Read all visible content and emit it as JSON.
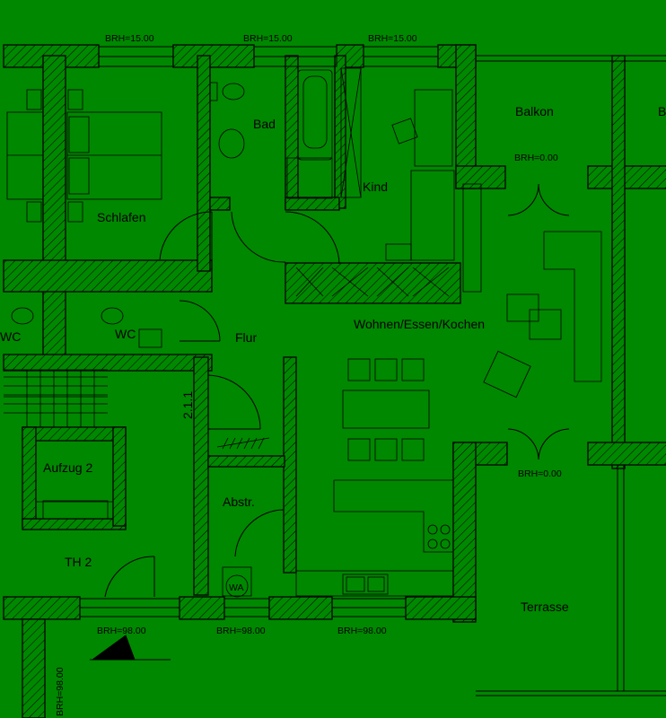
{
  "rooms": {
    "bad": "Bad",
    "kind": "Kind",
    "balkon": "Balkon",
    "balkon_edge": "B",
    "schlafen": "Schlafen",
    "wc_left": "WC",
    "wc": "WC",
    "flur": "Flur",
    "wohnen": "Wohnen/Essen/Kochen",
    "aufzug": "Aufzug 2",
    "abstr": "Abstr.",
    "th": "TH  2",
    "terrasse": "Terrasse",
    "stair_no": "2.1.1",
    "wa": "WA"
  },
  "brh": {
    "top1": "BRH=15.00",
    "top2": "BRH=15.00",
    "top3": "BRH=15.00",
    "balkon": "BRH=0.00",
    "terrasse": "BRH=0.00",
    "bottom1": "BRH=98.00",
    "bottom2": "BRH=98.00",
    "bottom3": "BRH=98.00",
    "vertical": "BRH=98.00"
  },
  "colors": {
    "background": "#008800",
    "lines": "#000000"
  }
}
